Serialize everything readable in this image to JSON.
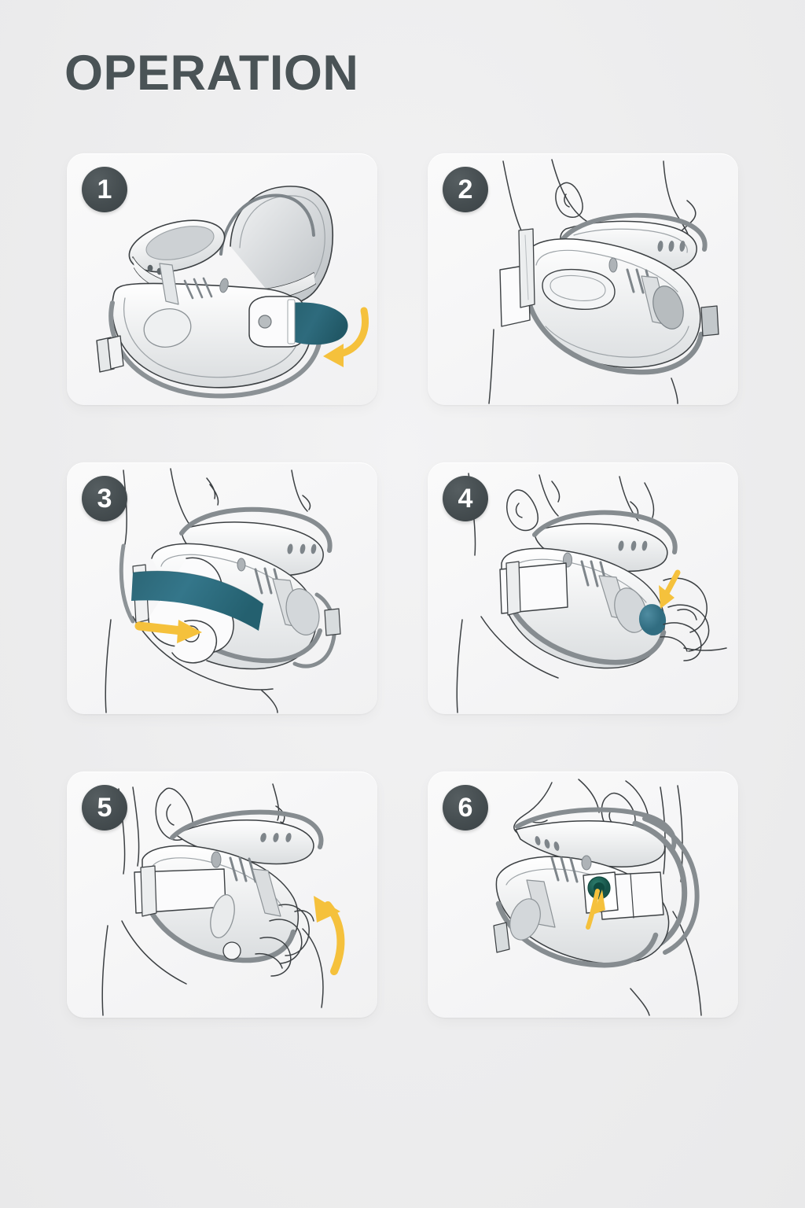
{
  "page": {
    "title": "OPERATION",
    "background_color": "#ededee",
    "title_color": "#4a5356"
  },
  "palette": {
    "panel_background": "#f7f7f8",
    "badge_background": "#454d50",
    "badge_text": "#ffffff",
    "strap_teal": "#2e6b7d",
    "knob_teal": "#3d7a90",
    "button_green": "#1f6357",
    "arrow_yellow": "#f5c13c",
    "sketch_line": "#3c4043",
    "sketch_shade": "#9ea4a8"
  },
  "steps": [
    {
      "number": "1",
      "badge_label": "1",
      "icon": "cervical-collar-open-icon",
      "arrow": "curved-arrow-down-left",
      "arrow_color": "#f5c13c",
      "highlight_color": "#2e6b7d",
      "description": "Cervical collar shown unfastened with teal hook-and-loop strap free; curved arrow indicates wrapping direction."
    },
    {
      "number": "2",
      "badge_label": "2",
      "icon": "collar-on-neck-icon",
      "arrow": "none",
      "arrow_color": "",
      "highlight_color": "",
      "description": "Collar positioned around the patient's neck in side profile."
    },
    {
      "number": "3",
      "badge_label": "3",
      "icon": "hand-pulling-strap-icon",
      "arrow": "straight-arrow-right",
      "arrow_color": "#f5c13c",
      "highlight_color": "#2e6b7d",
      "description": "Hand pulls the teal strap horizontally to tighten the collar."
    },
    {
      "number": "4",
      "badge_label": "4",
      "icon": "hand-adjusting-knob-icon",
      "arrow": "small-arrow-up-left",
      "arrow_color": "#f5c13c",
      "highlight_color": "#3d7a90",
      "description": "Fingers grip the teal height-adjustment knob at the side of the collar."
    },
    {
      "number": "5",
      "badge_label": "5",
      "icon": "hand-lifting-collar-icon",
      "arrow": "curved-arrow-up",
      "arrow_color": "#f5c13c",
      "highlight_color": "",
      "description": "Hand lifts the chin support upward; curved arrow shows the raising motion."
    },
    {
      "number": "6",
      "badge_label": "6",
      "icon": "collar-fastened-icon",
      "arrow": "small-arrow-down",
      "arrow_color": "#f5c13c",
      "highlight_color": "#1f6357",
      "description": "Finished fit with the green locking button secured on the fastened strap."
    }
  ]
}
